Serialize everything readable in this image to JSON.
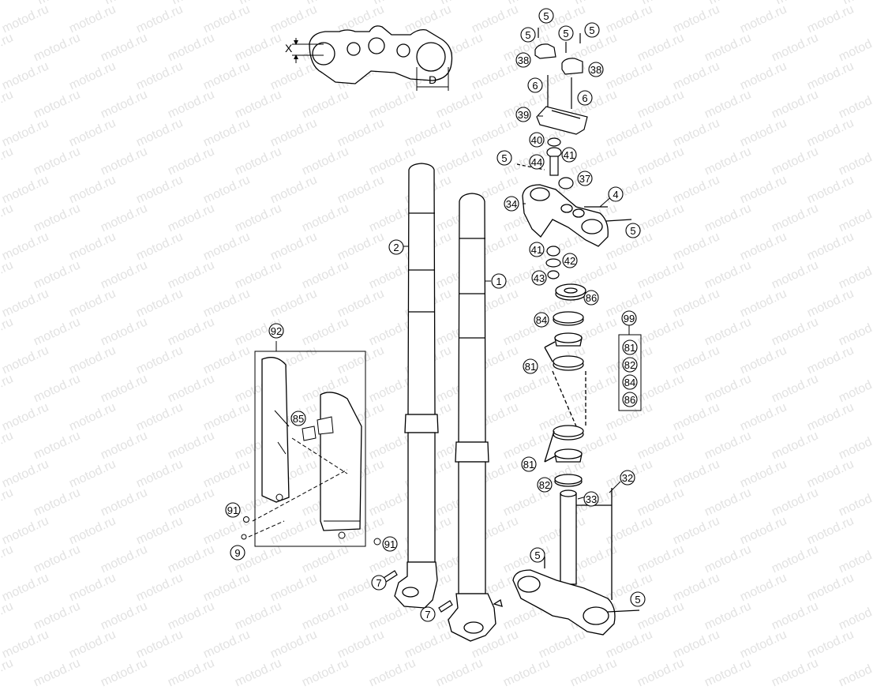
{
  "watermark": {
    "text": "motod.ru"
  },
  "dimensions": {
    "x_label": "X",
    "d_label": "D"
  },
  "callouts": {
    "c1": "1",
    "c2": "2",
    "c4": "4",
    "c5a": "5",
    "c5b": "5",
    "c5c": "5",
    "c5d": "5",
    "c5e": "5",
    "c5f": "5",
    "c5g": "5",
    "c6a": "6",
    "c6b": "6",
    "c7a": "7",
    "c7b": "7",
    "c9": "9",
    "c32": "32",
    "c33": "33",
    "c34": "34",
    "c37": "37",
    "c38a": "38",
    "c38b": "38",
    "c39": "39",
    "c40": "40",
    "c41a": "41",
    "c41b": "41",
    "c42": "42",
    "c43": "43",
    "c44": "44",
    "c81a": "81",
    "c81b": "81",
    "c82": "82",
    "c84": "84",
    "c85": "85",
    "c86": "86",
    "c91a": "91",
    "c91b": "91",
    "c92": "92"
  },
  "kit": {
    "title": "99",
    "items": [
      "81",
      "82",
      "84",
      "86"
    ]
  }
}
